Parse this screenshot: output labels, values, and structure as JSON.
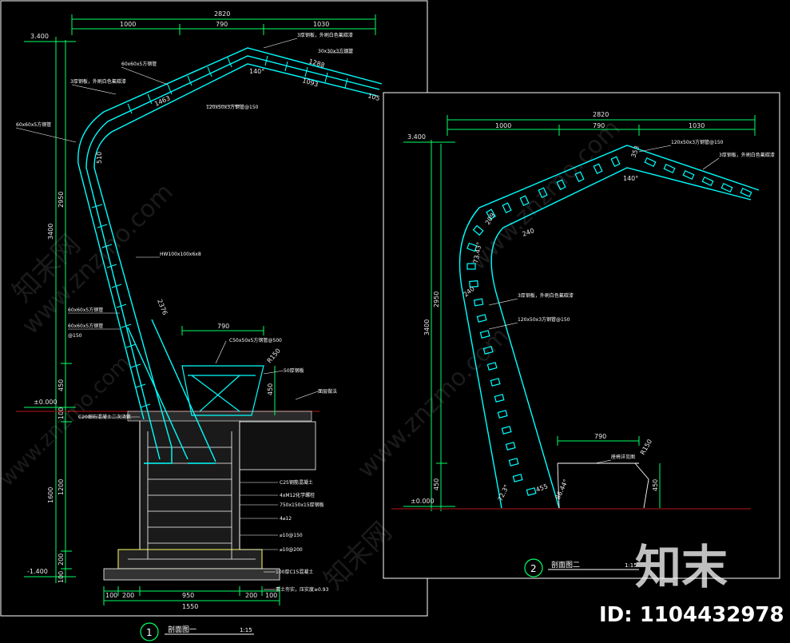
{
  "watermark": {
    "site": "www.znzmo.com",
    "cn": "知末网",
    "brand": "知末",
    "id_text": "ID: 1104432978"
  },
  "section1": {
    "title": "剖面图一",
    "scale": "1:15",
    "number": "1",
    "top_dim": "2820",
    "sub_dims": [
      "1000",
      "790",
      "1030"
    ],
    "elev_top": "3.400",
    "elev_zero": "±0.000",
    "elev_bottom": "-1.400",
    "vert_dims": [
      "3400",
      "2950",
      "450",
      "100",
      "1200",
      "1600",
      "200",
      "100"
    ],
    "bottom_dims": [
      "100",
      "200",
      "950",
      "200",
      "100"
    ],
    "bottom_total": "1550",
    "seat_dim": "790",
    "seat_h": "450",
    "r150": "R150",
    "angle": "140°",
    "dims_small": [
      "1288",
      "1093",
      "105",
      "1463",
      "510",
      "2376"
    ],
    "labels": [
      "3厚钢板，外刷白色氟碳漆",
      "30x30x3方钢管",
      "60x60x5方钢管",
      "3厚钢板，外刷白色氟碳漆",
      "120x50x3方钢管@150",
      "60x60x5方钢管",
      "HW100x100x6x8",
      "60x60x5方钢管",
      "60x60x5方钢管",
      "@150",
      "C50x50x5方钢管@500",
      "50厚钢板",
      "面层做法",
      "C20细石混凝土二次浇筑",
      "C25钢筋混凝土",
      "4xM12化学螺栓",
      "750x150x15厚钢板",
      "4⌀12",
      "⌀10@150",
      "⌀10@200",
      "100厚C15混凝土",
      "素土夯实，压实度≥0.93"
    ]
  },
  "section2": {
    "title": "剖面图二",
    "scale": "1:15",
    "number": "2",
    "top_dim": "2820",
    "sub_dims": [
      "1000",
      "790",
      "1030"
    ],
    "elev_top": "3.400",
    "elev_zero": "±0.000",
    "vert_dims": [
      "3400",
      "2950",
      "450"
    ],
    "seat_dim": "790",
    "seat_h": "450",
    "r150": "R150",
    "angles": [
      "140°",
      "73.43°",
      "72.3°",
      "86.44°"
    ],
    "dims_small": [
      "353",
      "209",
      "240",
      "240",
      "455"
    ],
    "labels": [
      "120x50x3方钢管@150",
      "3厚钢板，外刷白色氟碳漆",
      "3厚钢板，外刷白色氟碳漆",
      "120x50x3方钢管@150",
      "座椅详见图"
    ]
  },
  "colors": {
    "background": "#000000",
    "structure": "#00ffff",
    "structure_dark": "#008b8b",
    "dimension": "#00ff66",
    "label": "#ffffff",
    "soil_line": "#7a1010",
    "frame": "#ffffff"
  }
}
